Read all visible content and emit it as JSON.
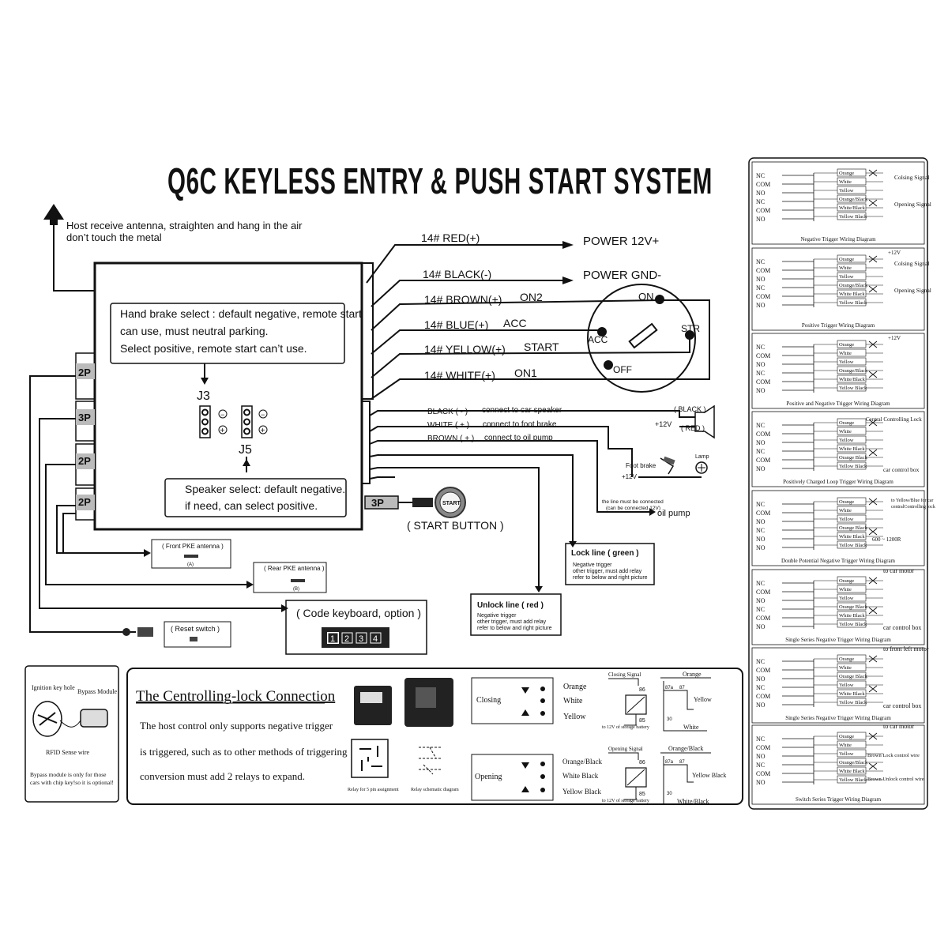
{
  "title": "Q6C  KEYLESS ENTRY & PUSH START SYSTEM",
  "antenna_note": [
    "Host receive antenna, straighten and hang in the air",
    "don’t touch the metal"
  ],
  "hand_brake_note": [
    "Hand brake select : default negative,  remote start",
    "can use, must neutral parking.",
    "Select positive, remote start can’t use."
  ],
  "speaker_note": [
    "Speaker select: default negative.",
    "if need, can select positive."
  ],
  "jumpers": {
    "j3": "J3",
    "j5": "J5",
    "neg": "−",
    "pos": "+"
  },
  "connectors": {
    "c2p": "2P",
    "c3p": "3P"
  },
  "power_wires": [
    {
      "label": "14# RED(+)",
      "dest": "POWER 12V+"
    },
    {
      "label": "14# BLACK(-)",
      "dest": "POWER GND-"
    },
    {
      "label": "14# BROWN(+)",
      "dest": "ON2"
    },
    {
      "label": "14# BLUE(+)",
      "dest": "ACC"
    },
    {
      "label": "14# YELLOW(+)",
      "dest": "START"
    },
    {
      "label": "14# WHITE(+)",
      "dest": "ON1"
    }
  ],
  "ignition": {
    "on": "ON",
    "acc": "ACC",
    "str": "STR",
    "off": "OFF"
  },
  "signal_wires": [
    {
      "label": "BLACK ( - )",
      "dest": "connect to car speaker"
    },
    {
      "label": "WHITE ( + )",
      "dest": "connect to foot brake"
    },
    {
      "label": "BROWN ( + )",
      "dest": "connect to oil pump"
    }
  ],
  "speaker_labels": {
    "black": "( BLACK )",
    "red": "( RED )",
    "v12": "+12V"
  },
  "foot_brake": {
    "label": "Foot brake",
    "v12": "+12V",
    "lamp": "Lamp"
  },
  "oil_pump": {
    "note": [
      "the line must be connected",
      "(can be connected 12V)"
    ],
    "label": "oil pump"
  },
  "start_button": {
    "label": "( START BUTTON )",
    "icon_text": "START"
  },
  "lock_line": {
    "title": "Lock line ( green )",
    "body": [
      "Negative trigger",
      "other trigger, must add relay",
      "refer to below and right picture"
    ]
  },
  "unlock_line": {
    "title": "Unlock line ( red )",
    "body": [
      "Negative trigger",
      "other trigger, must add relay",
      "refer to below and right picture"
    ]
  },
  "front_antenna": {
    "label": "( Front PKE antenna )",
    "tag": "(A)"
  },
  "rear_antenna": {
    "label": "( Rear PKE antenna )",
    "tag": "(B)"
  },
  "code_keyboard": {
    "label": "( Code keyboard, option )",
    "keys": [
      "1",
      "2",
      "3",
      "4"
    ]
  },
  "reset_switch": {
    "label": "( Reset switch )"
  },
  "bypass": {
    "ignition": "Ignition key hole",
    "module": "Bypass Module",
    "rfid": "RFID Sense wire",
    "note": [
      "Bypass module is only for those",
      "cars with chip key!so it is optional!"
    ]
  },
  "lock_connection": {
    "title": "The Centrolling-lock Connection",
    "body": [
      "The host control only supports negative trigger",
      "is  triggered, such as to other methods of triggering",
      "conversion must add 2 relays to expand."
    ],
    "relay_cap1": "Relay for 5 pin assignment",
    "relay_cap2": "Relay schematic diagram"
  },
  "closing": {
    "label": "Closing",
    "wires": [
      "Orange",
      "White",
      "Yellow"
    ],
    "signal": "Closing Signal",
    "out": [
      "Orange",
      "Yellow",
      "White"
    ],
    "battery": "to 12V of storage battery"
  },
  "opening": {
    "label": "Opening",
    "wires": [
      "Orange/Black",
      "White Black",
      "Yellow Black"
    ],
    "signal": "Opening Signal",
    "out": [
      "Orange/Black",
      "Yellow Black",
      "White/Black"
    ],
    "battery": "to 12V of storage battery"
  },
  "pins": {
    "p30": "30",
    "p85": "85",
    "p86": "86",
    "p87": "87",
    "p87a": "87a"
  },
  "right_panels": [
    {
      "caption": "Negative Trigger Wiring Diagram",
      "terms": [
        "NC",
        "COM",
        "NO",
        "NC",
        "COM",
        "NO"
      ],
      "wires": [
        "Orange",
        "White",
        "Yellow",
        "Orange/Black",
        "White/Black",
        "Yellow Black"
      ],
      "sig1": "Colsing Signal",
      "sig2": "Opening Signal"
    },
    {
      "caption": "Positive Trigger Wiring Diagram",
      "terms": [
        "NC",
        "COM",
        "NO",
        "NC",
        "COM",
        "NO"
      ],
      "wires": [
        "Orange",
        "White",
        "Yellow",
        "Orange/Black",
        "White Black",
        "Yellow Black"
      ],
      "sig1": "Colsing Signal",
      "sig2": "Opening Signal",
      "v": "+12V"
    },
    {
      "caption": "Positive and Negative Trigger Wiring Diagram",
      "terms": [
        "NC",
        "COM",
        "NO",
        "NC",
        "COM",
        "NO"
      ],
      "wires": [
        "Orange",
        "White",
        "Yellow",
        "Orange/Black",
        "White/Black",
        "Yellow Black"
      ],
      "v": "+12V"
    },
    {
      "caption": "Positively Charged Loop Trigger Wiring Diagram",
      "terms": [
        "NC",
        "COM",
        "NO",
        "NC",
        "COM",
        "NO"
      ],
      "wires": [
        "Orange",
        "White",
        "Yellow",
        "White Black",
        "Orange Black",
        "Yellow Black"
      ],
      "box1": "Central Controlling Lock",
      "box2": "car control box"
    },
    {
      "caption": "Double Potential Negative Trigger Wiring Diagram",
      "terms": [
        "NC",
        "COM",
        "NO",
        "NC",
        "NO",
        "NO"
      ],
      "wires": [
        "Orange",
        "White",
        "Yellow",
        "Orange Black",
        "White Black",
        "Yellow Black"
      ],
      "note": [
        "to Yellow/Blue for car",
        "centralControlling lock"
      ],
      "res": "600 ~ 1200R"
    },
    {
      "caption": "Single Series Negative Trigger Wiring Diagram",
      "terms": [
        "NC",
        "COM",
        "NO",
        "NC",
        "COM",
        "NO"
      ],
      "wires": [
        "Orange",
        "White",
        "Yellow",
        "Orange Black",
        "White Black",
        "Yellow Black"
      ],
      "top": "to car motor",
      "box": "car control box"
    },
    {
      "caption": "Single Series Negative Trigger Wiring Diagram",
      "terms": [
        "NC",
        "COM",
        "NO",
        "NC",
        "COM",
        "NO"
      ],
      "wires": [
        "Orange",
        "White",
        "Orange Black",
        "Yellow",
        "White Black",
        "Yellow Black"
      ],
      "top": "to front left motor",
      "box": "car control box"
    },
    {
      "caption": "Switch Series Trigger Wiring Diagram",
      "terms": [
        "NC",
        "COM",
        "NO",
        "NC",
        "COM",
        "NO"
      ],
      "wires": [
        "Orange",
        "White",
        "Yellow",
        "Orange/Black",
        "White Black",
        "Yellow Black"
      ],
      "top": "to car motor",
      "s1": "Brown Lock control wire",
      "s2": "Brown Unlock control wire"
    }
  ]
}
